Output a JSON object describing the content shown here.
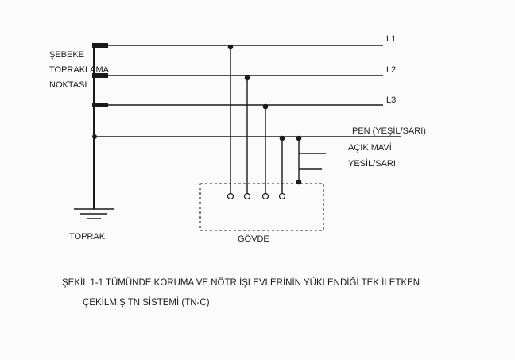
{
  "diagram": {
    "source_label": [
      "ŞEBEKE",
      "TOPRAKLAMA",
      "NOKTASI"
    ],
    "lines": [
      {
        "id": "l1",
        "label": "L1"
      },
      {
        "id": "l2",
        "label": "L2"
      },
      {
        "id": "l3",
        "label": "L3"
      },
      {
        "id": "pen",
        "label": "PEN (YEŞİL/SARI)"
      }
    ],
    "branch_labels": {
      "blue": "AÇIK MAVİ",
      "green_yellow": "YESİL/SARI"
    },
    "earth_label": "TOPRAK",
    "body_label": "GÖVDE"
  },
  "caption": {
    "line1": "ŞEKİL 1-1 TÜMÜNDE KORUMA VE NÖTR İŞLEVLERİNİN YÜKLENDİĞİ TEK İLETKEN",
    "line2": "ÇEKİLMİŞ TN SİSTEMİ (TN-C)"
  }
}
